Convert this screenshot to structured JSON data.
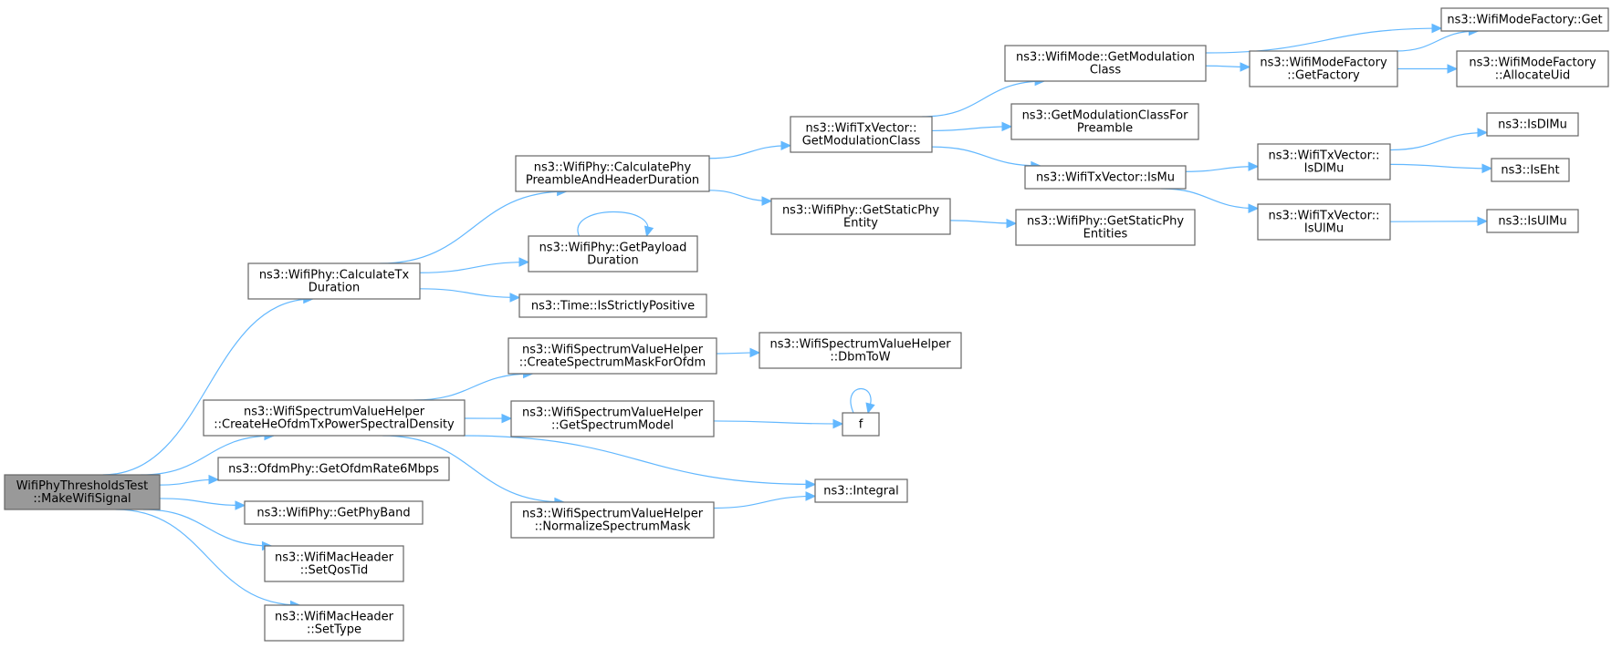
{
  "diagram": {
    "nodes": [
      {
        "id": "make_wifi_signal",
        "lines": [
          "WifiPhyThresholdsTest",
          "::MakeWifiSignal"
        ],
        "root": true
      },
      {
        "id": "calculate_tx_duration",
        "lines": [
          "ns3::WifiPhy::CalculateTx",
          "Duration"
        ]
      },
      {
        "id": "create_he_ofdm_tx_psd",
        "lines": [
          "ns3::WifiSpectrumValueHelper",
          "::CreateHeOfdmTxPowerSpectralDensity"
        ]
      },
      {
        "id": "get_ofdm_rate_6mbps",
        "lines": [
          "ns3::OfdmPhy::GetOfdmRate6Mbps"
        ]
      },
      {
        "id": "get_phy_band",
        "lines": [
          "ns3::WifiPhy::GetPhyBand"
        ]
      },
      {
        "id": "set_qos_tid",
        "lines": [
          "ns3::WifiMacHeader",
          "::SetQosTid"
        ]
      },
      {
        "id": "set_type",
        "lines": [
          "ns3::WifiMacHeader",
          "::SetType"
        ]
      },
      {
        "id": "calc_preamble_header",
        "lines": [
          "ns3::WifiPhy::CalculatePhy",
          "PreambleAndHeaderDuration"
        ]
      },
      {
        "id": "get_payload_duration",
        "lines": [
          "ns3::WifiPhy::GetPayload",
          "Duration"
        ]
      },
      {
        "id": "is_strictly_positive",
        "lines": [
          "ns3::Time::IsStrictlyPositive"
        ]
      },
      {
        "id": "create_spectrum_mask",
        "lines": [
          "ns3::WifiSpectrumValueHelper",
          "::CreateSpectrumMaskForOfdm"
        ]
      },
      {
        "id": "get_spectrum_model",
        "lines": [
          "ns3::WifiSpectrumValueHelper",
          "::GetSpectrumModel"
        ]
      },
      {
        "id": "normalize_spectrum_mask",
        "lines": [
          "ns3::WifiSpectrumValueHelper",
          "::NormalizeSpectrumMask"
        ]
      },
      {
        "id": "dbm_to_w",
        "lines": [
          "ns3::WifiSpectrumValueHelper",
          "::DbmToW"
        ]
      },
      {
        "id": "f",
        "lines": [
          "f"
        ]
      },
      {
        "id": "integral",
        "lines": [
          "ns3::Integral"
        ]
      },
      {
        "id": "txvector_get_mod_class",
        "lines": [
          "ns3::WifiTxVector::",
          "GetModulationClass"
        ]
      },
      {
        "id": "get_static_phy_entity",
        "lines": [
          "ns3::WifiPhy::GetStaticPhy",
          "Entity"
        ]
      },
      {
        "id": "get_static_phy_entities",
        "lines": [
          "ns3::WifiPhy::GetStaticPhy",
          "Entities"
        ]
      },
      {
        "id": "wifimode_get_mod_class",
        "lines": [
          "ns3::WifiMode::GetModulation",
          "Class"
        ]
      },
      {
        "id": "get_mod_class_for_preamble",
        "lines": [
          "ns3::GetModulationClassFor",
          "Preamble"
        ]
      },
      {
        "id": "txvector_is_mu",
        "lines": [
          "ns3::WifiTxVector::IsMu"
        ]
      },
      {
        "id": "factory_get_factory",
        "lines": [
          "ns3::WifiModeFactory",
          "::GetFactory"
        ]
      },
      {
        "id": "factory_get",
        "lines": [
          "ns3::WifiModeFactory::Get"
        ]
      },
      {
        "id": "factory_allocate_uid",
        "lines": [
          "ns3::WifiModeFactory",
          "::AllocateUid"
        ]
      },
      {
        "id": "txvector_is_dl_mu",
        "lines": [
          "ns3::WifiTxVector::",
          "IsDlMu"
        ]
      },
      {
        "id": "txvector_is_ul_mu",
        "lines": [
          "ns3::WifiTxVector::",
          "IsUlMu"
        ]
      },
      {
        "id": "is_dl_mu",
        "lines": [
          "ns3::IsDlMu"
        ]
      },
      {
        "id": "is_eht",
        "lines": [
          "ns3::IsEht"
        ]
      },
      {
        "id": "is_ul_mu",
        "lines": [
          "ns3::IsUlMu"
        ]
      }
    ],
    "edges": [
      {
        "from": "make_wifi_signal",
        "to": "calculate_tx_duration"
      },
      {
        "from": "make_wifi_signal",
        "to": "create_he_ofdm_tx_psd"
      },
      {
        "from": "make_wifi_signal",
        "to": "get_ofdm_rate_6mbps"
      },
      {
        "from": "make_wifi_signal",
        "to": "get_phy_band"
      },
      {
        "from": "make_wifi_signal",
        "to": "set_qos_tid"
      },
      {
        "from": "make_wifi_signal",
        "to": "set_type"
      },
      {
        "from": "calculate_tx_duration",
        "to": "calc_preamble_header"
      },
      {
        "from": "calculate_tx_duration",
        "to": "get_payload_duration"
      },
      {
        "from": "calculate_tx_duration",
        "to": "is_strictly_positive"
      },
      {
        "from": "get_payload_duration",
        "to": "get_payload_duration"
      },
      {
        "from": "create_he_ofdm_tx_psd",
        "to": "create_spectrum_mask"
      },
      {
        "from": "create_he_ofdm_tx_psd",
        "to": "get_spectrum_model"
      },
      {
        "from": "create_he_ofdm_tx_psd",
        "to": "integral"
      },
      {
        "from": "create_he_ofdm_tx_psd",
        "to": "normalize_spectrum_mask"
      },
      {
        "from": "create_spectrum_mask",
        "to": "dbm_to_w"
      },
      {
        "from": "get_spectrum_model",
        "to": "f"
      },
      {
        "from": "f",
        "to": "f"
      },
      {
        "from": "normalize_spectrum_mask",
        "to": "integral"
      },
      {
        "from": "calc_preamble_header",
        "to": "txvector_get_mod_class"
      },
      {
        "from": "calc_preamble_header",
        "to": "get_static_phy_entity"
      },
      {
        "from": "get_static_phy_entity",
        "to": "get_static_phy_entities"
      },
      {
        "from": "txvector_get_mod_class",
        "to": "wifimode_get_mod_class"
      },
      {
        "from": "txvector_get_mod_class",
        "to": "get_mod_class_for_preamble"
      },
      {
        "from": "txvector_get_mod_class",
        "to": "txvector_is_mu"
      },
      {
        "from": "wifimode_get_mod_class",
        "to": "factory_get"
      },
      {
        "from": "wifimode_get_mod_class",
        "to": "factory_get_factory"
      },
      {
        "from": "factory_get_factory",
        "to": "factory_get"
      },
      {
        "from": "factory_get_factory",
        "to": "factory_allocate_uid"
      },
      {
        "from": "txvector_is_mu",
        "to": "txvector_is_dl_mu"
      },
      {
        "from": "txvector_is_mu",
        "to": "txvector_is_ul_mu"
      },
      {
        "from": "txvector_is_dl_mu",
        "to": "is_dl_mu"
      },
      {
        "from": "txvector_is_dl_mu",
        "to": "is_eht"
      },
      {
        "from": "txvector_is_ul_mu",
        "to": "is_ul_mu"
      }
    ]
  }
}
